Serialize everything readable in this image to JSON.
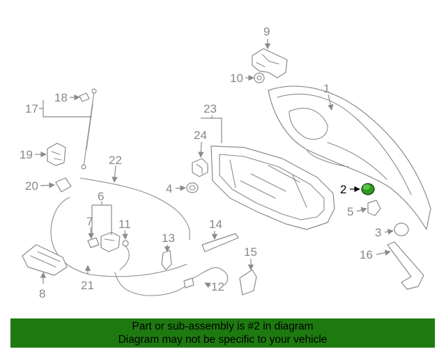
{
  "diagram": {
    "callouts": [
      "1",
      "2",
      "3",
      "4",
      "5",
      "6",
      "7",
      "8",
      "9",
      "10",
      "11",
      "12",
      "13",
      "14",
      "15",
      "16",
      "17",
      "18",
      "19",
      "20",
      "21",
      "22",
      "23",
      "24"
    ],
    "highlighted_part": "2",
    "colors": {
      "line": "#8a8a8a",
      "highlight_fill": "#2f9a1f",
      "banner": "#1e7a10"
    }
  },
  "banner": {
    "line1": "Part or sub-assembly is #2 in diagram",
    "line2": "Diagram may not be specific to your vehicle"
  }
}
